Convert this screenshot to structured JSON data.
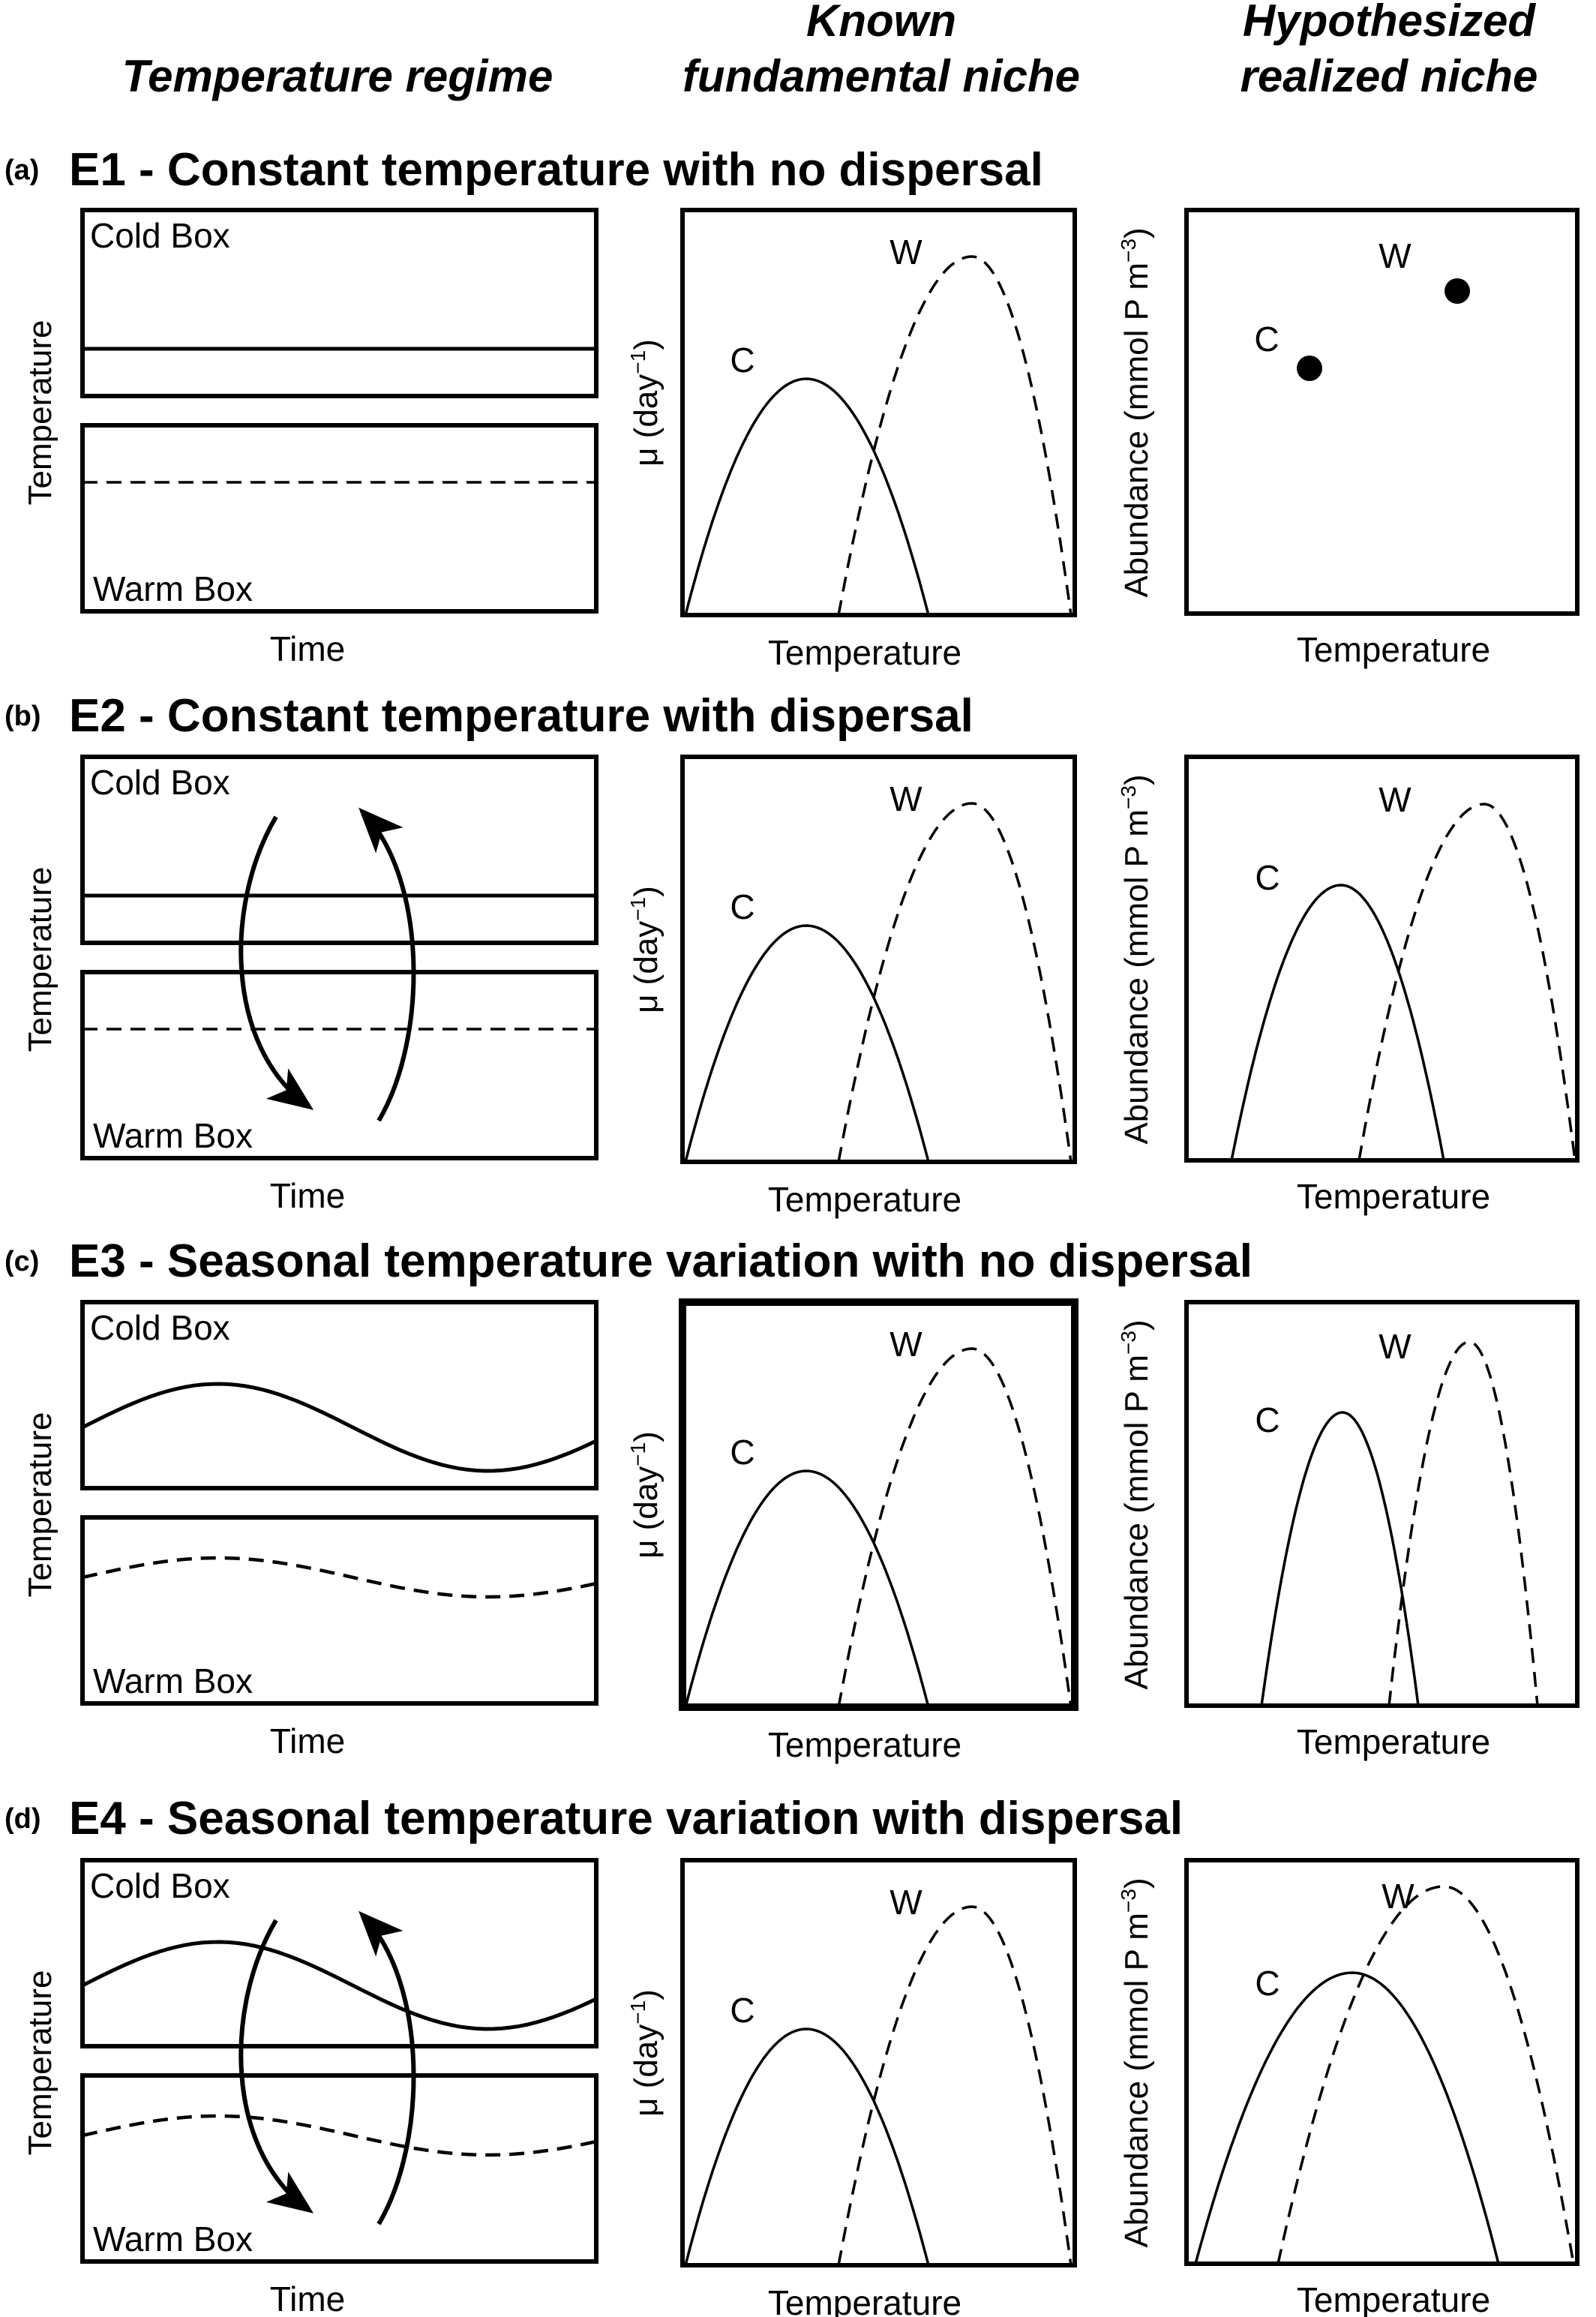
{
  "headers": {
    "col1": "Temperature regime",
    "col2_line1": "Known",
    "col2_line2": "fundamental niche",
    "col3_line1": "Hypothesized",
    "col3_line2": "realized niche"
  },
  "panels": [
    {
      "tag": "(a)",
      "title": "E1 - Constant temperature with no dispersal",
      "regime": {
        "cold_box": "Cold Box",
        "warm_box": "Warm Box",
        "y_label": "Temperature",
        "x_label": "Time",
        "seasonal": false,
        "dispersal": false
      },
      "fundamental": {
        "y_label": "μ (day",
        "y_label_sup": "−1",
        "y_label_end": ")",
        "x_label": "Temperature",
        "label_c": "C",
        "label_w": "W"
      },
      "realized": {
        "y_label": "Abundance (mmol P m",
        "y_label_sup": "−3",
        "y_label_end": ")",
        "x_label": "Temperature",
        "label_c": "C",
        "label_w": "W",
        "type": "points"
      }
    },
    {
      "tag": "(b)",
      "title": "E2 - Constant temperature with dispersal",
      "regime": {
        "cold_box": "Cold Box",
        "warm_box": "Warm Box",
        "y_label": "Temperature",
        "x_label": "Time",
        "seasonal": false,
        "dispersal": true
      },
      "fundamental": {
        "y_label": "μ (day",
        "y_label_sup": "−1",
        "y_label_end": ")",
        "x_label": "Temperature",
        "label_c": "C",
        "label_w": "W"
      },
      "realized": {
        "y_label": "Abundance (mmol P m",
        "y_label_sup": "−3",
        "y_label_end": ")",
        "x_label": "Temperature",
        "label_c": "C",
        "label_w": "W",
        "type": "curves"
      }
    },
    {
      "tag": "(c)",
      "title": "E3 - Seasonal temperature variation with no dispersal",
      "regime": {
        "cold_box": "Cold Box",
        "warm_box": "Warm Box",
        "y_label": "Temperature",
        "x_label": "Time",
        "seasonal": true,
        "dispersal": false
      },
      "fundamental": {
        "y_label": "μ (day",
        "y_label_sup": "−1",
        "y_label_end": ")",
        "x_label": "Temperature",
        "label_c": "C",
        "label_w": "W"
      },
      "realized": {
        "y_label": "Abundance (mmol P m",
        "y_label_sup": "−3",
        "y_label_end": ")",
        "x_label": "Temperature",
        "label_c": "C",
        "label_w": "W",
        "type": "narrow-curves"
      }
    },
    {
      "tag": "(d)",
      "title": "E4 - Seasonal temperature variation with dispersal",
      "regime": {
        "cold_box": "Cold Box",
        "warm_box": "Warm Box",
        "y_label": "Temperature",
        "x_label": "Time",
        "seasonal": true,
        "dispersal": true
      },
      "fundamental": {
        "y_label": "μ (day",
        "y_label_sup": "−1",
        "y_label_end": ")",
        "x_label": "Temperature",
        "label_c": "C",
        "label_w": "W"
      },
      "realized": {
        "y_label": "Abundance (mmol P m",
        "y_label_sup": "−3",
        "y_label_end": ")",
        "x_label": "Temperature",
        "label_c": "C",
        "label_w": "W",
        "type": "wide-curves"
      }
    }
  ]
}
